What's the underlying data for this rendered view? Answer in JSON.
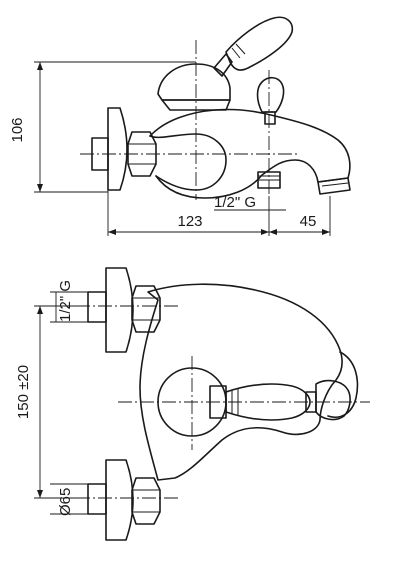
{
  "drawing": {
    "side_view": {
      "height_label": "106",
      "length_label": "123",
      "spout_label": "45",
      "thread_label": "1/2\" G"
    },
    "front_view": {
      "thread_label": "1/2\" G",
      "centers_label": "150 ±20",
      "diameter_label": "Ø65"
    }
  }
}
